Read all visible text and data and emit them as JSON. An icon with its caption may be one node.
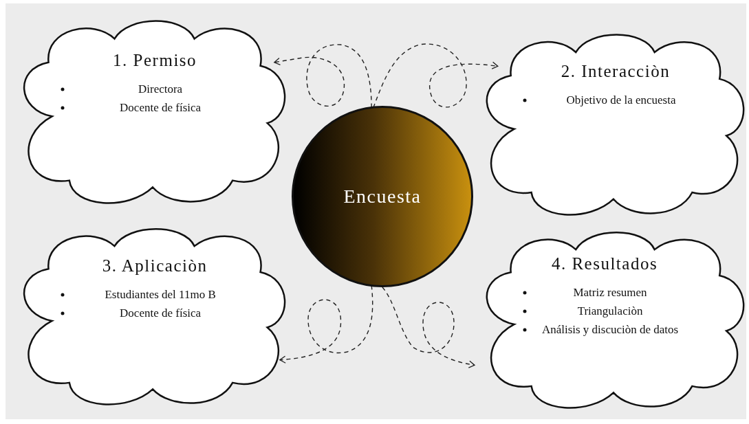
{
  "diagram": {
    "nodes": [
      {
        "text": [
          "1. Permiso",
          "Directora",
          "Docente de física"
        ]
      },
      {
        "text": [
          "2. Interacciòn",
          "Objetivo de la encuesta"
        ]
      },
      {
        "text": [
          "Encuesta"
        ]
      },
      {
        "text": [
          "3. Aplicaciòn",
          "Estudiantes del 11mo B",
          "Docente de física"
        ]
      },
      {
        "text": [
          "4. Resultados",
          "Matriz resumen",
          "Triangulaciòn",
          "Análisis y discuciòn de datos"
        ]
      }
    ],
    "edges": [
      {
        "from": 2,
        "to": 0,
        "arrow": "to",
        "style": "dashed"
      },
      {
        "from": 2,
        "to": 1,
        "arrow": "to",
        "style": "dashed"
      },
      {
        "from": 2,
        "to": 3,
        "arrow": "to",
        "style": "dashed"
      },
      {
        "from": 2,
        "to": 4,
        "arrow": "to",
        "style": "dashed"
      }
    ]
  }
}
